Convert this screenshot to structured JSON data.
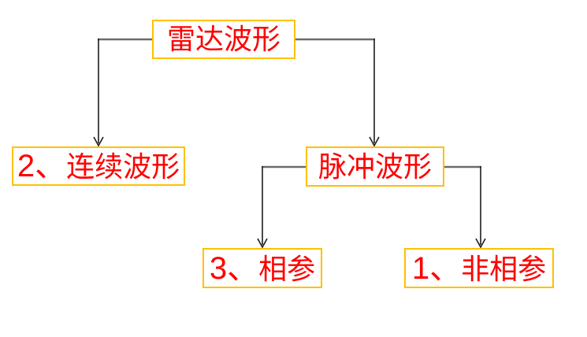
{
  "diagram": {
    "background_color": "#FFFFFF",
    "colors": {
      "box_border": "#FFC000",
      "box_text": "#FF0000",
      "connector_horizontal": "#6B6B6B",
      "connector_vertical": "#1C1C1C",
      "arrowhead": "#1C1C1C"
    },
    "nodes": {
      "root": {
        "label": "雷达波形"
      },
      "continuous": {
        "prefix": "2、",
        "label": "连续波形"
      },
      "pulse": {
        "label": "脉冲波形"
      },
      "coherent": {
        "prefix": "3、",
        "label": "相参"
      },
      "noncoherent": {
        "prefix": "1、",
        "label": "非相参"
      }
    },
    "edges": [
      {
        "from": "root",
        "to": "continuous"
      },
      {
        "from": "root",
        "to": "pulse"
      },
      {
        "from": "pulse",
        "to": "coherent"
      },
      {
        "from": "pulse",
        "to": "noncoherent"
      }
    ]
  }
}
